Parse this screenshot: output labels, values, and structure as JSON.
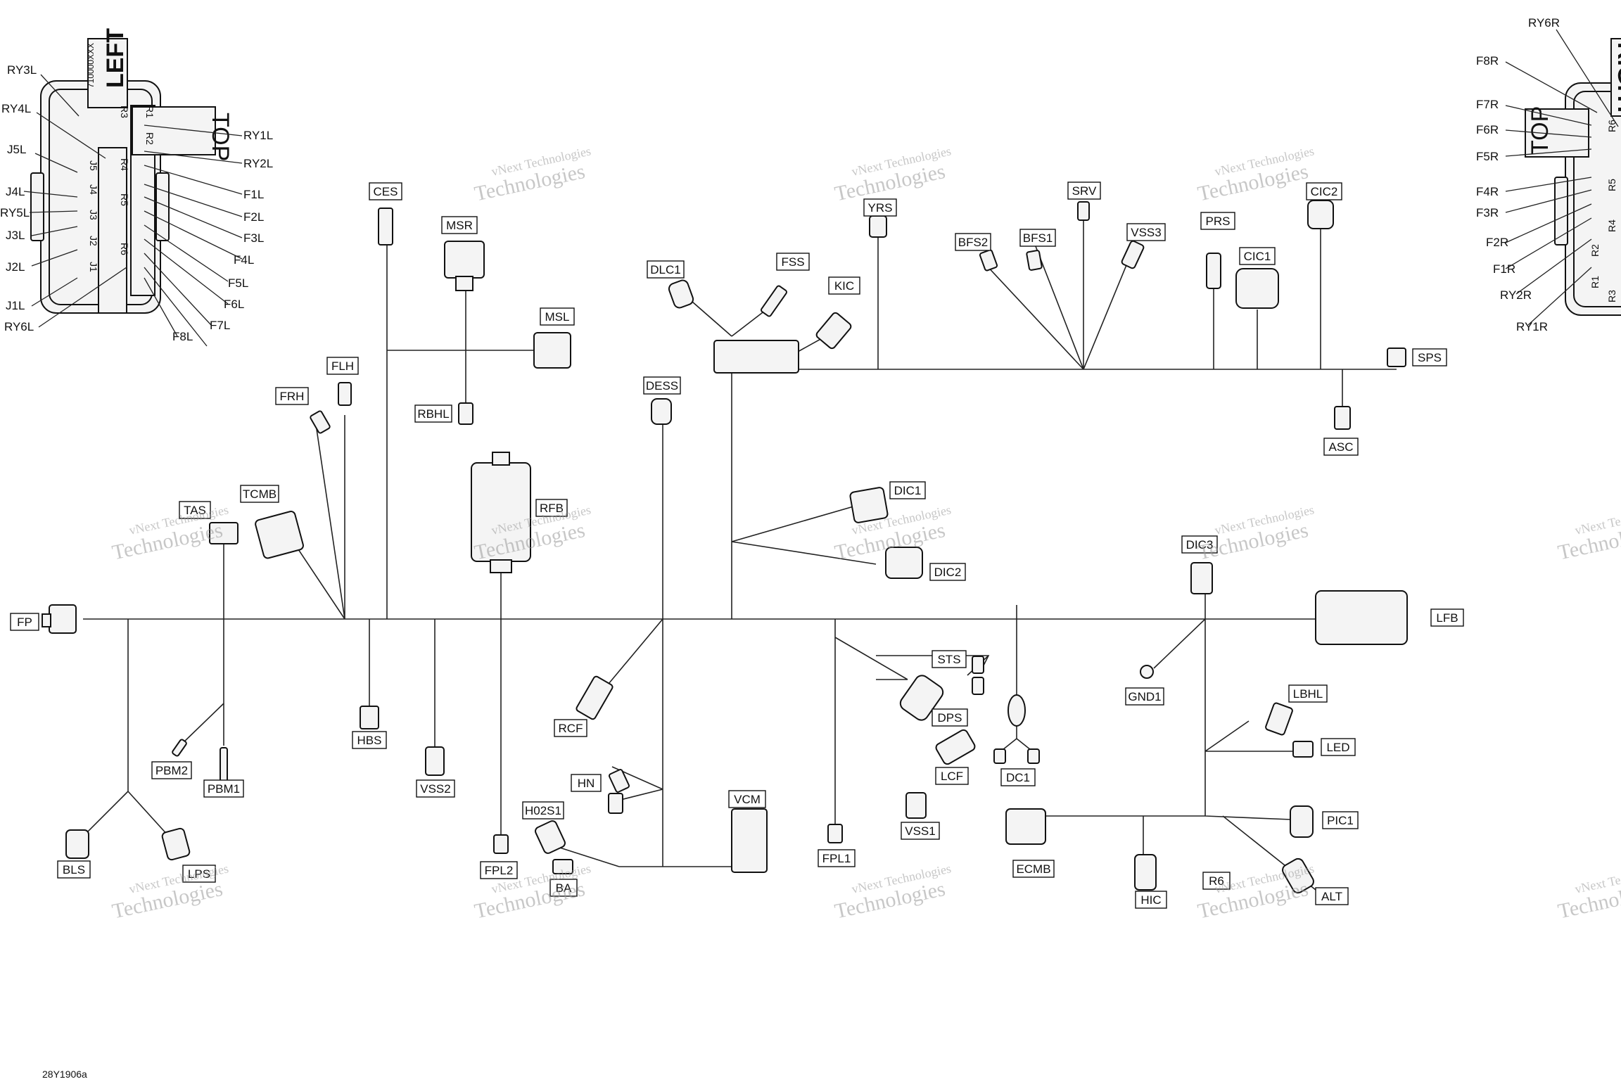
{
  "diagram_code": "28Y1906a",
  "watermark": {
    "line1": "vNext Technologies",
    "line2": "Technologies"
  },
  "left_fuse_box": {
    "title": "LEFT",
    "part_no": "710000XXX",
    "top_tag": "TOP",
    "internal": [
      "R3",
      "R1",
      "R2",
      "R4",
      "R5",
      "R6",
      "J5",
      "J4",
      "J3",
      "J2",
      "J1"
    ],
    "callouts_left": [
      "RY3L",
      "RY4L",
      "J5L",
      "J4L",
      "RY5L",
      "J3L",
      "J2L",
      "J1L",
      "RY6L"
    ],
    "callouts_right": [
      "RY1L",
      "RY2L",
      "F1L",
      "F2L",
      "F3L",
      "F4L",
      "F5L",
      "F6L",
      "F7L",
      "F8L"
    ]
  },
  "right_fuse_box": {
    "title": "RIGHT",
    "top_tag": "TOP",
    "internal": [
      "R6",
      "R5",
      "R4",
      "R2",
      "R1",
      "R3"
    ],
    "callouts": [
      "RY6R",
      "F8R",
      "F7R",
      "F6R",
      "F5R",
      "F4R",
      "F3R",
      "F2R",
      "F1R",
      "RY2R",
      "RY1R"
    ]
  },
  "connectors": [
    "FP",
    "CES",
    "MSR",
    "MSL",
    "RBHL",
    "FLH",
    "FRH",
    "TAS",
    "TCMB",
    "RFB",
    "DESS",
    "DLC1",
    "FSS",
    "KIC",
    "YRS",
    "BFS2",
    "BFS1",
    "SRV",
    "VSS3",
    "PRS",
    "CIC1",
    "CIC2",
    "SPS",
    "ASC",
    "DIC1",
    "DIC2",
    "DIC3",
    "LFB",
    "PBM2",
    "PBM1",
    "HBS",
    "VSS2",
    "RCF",
    "HN",
    "H02S1",
    "FPL2",
    "BA",
    "VCM",
    "FPL1",
    "STS",
    "DPS",
    "LCF",
    "VSS1",
    "DC1",
    "GND1",
    "LBHL",
    "LED",
    "ECMB",
    "HIC",
    "R6",
    "PIC1",
    "ALT",
    "BLS",
    "LPS"
  ]
}
